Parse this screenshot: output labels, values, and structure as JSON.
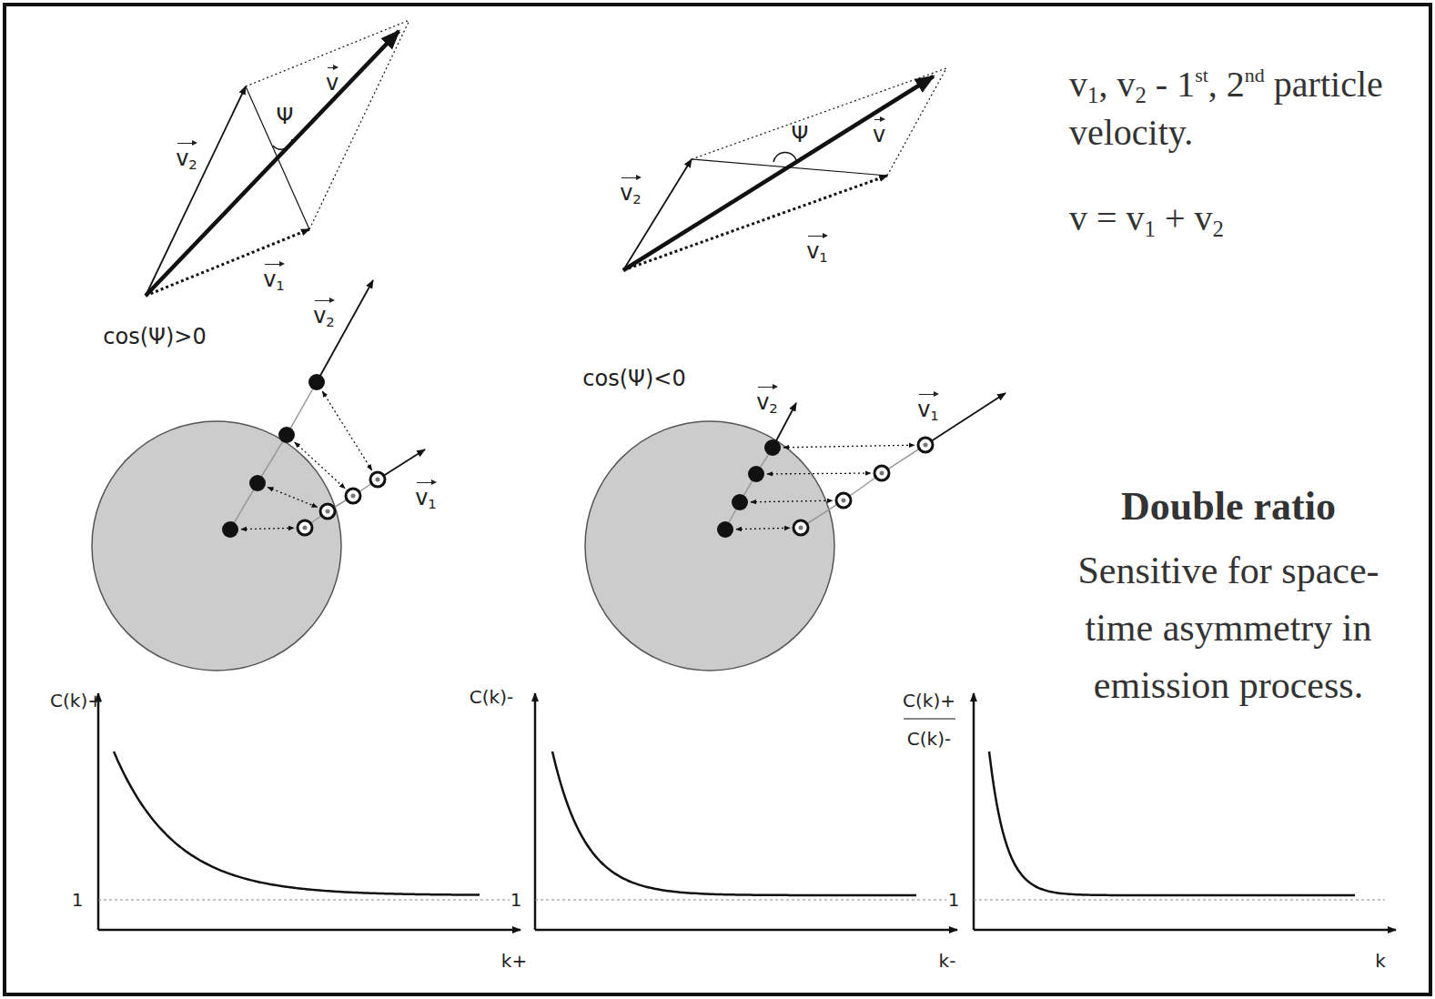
{
  "diagram": {
    "labels": [
      "v2",
      "v",
      "Ψ",
      "v1",
      "cos(Ψ)>0",
      "v2",
      "v1",
      "v2",
      "Ψ",
      "v",
      "v1",
      "cos(Ψ)<0",
      "v2",
      "v1",
      "v1, v2 - 1st, 2nd particle velocity.",
      "v = v1 + v2",
      "Double ratio",
      "Sensitive for space-time asymmetry in emission process.",
      "C(k)+",
      "1",
      "k+",
      "C(k)-",
      "1",
      "k-",
      "C(k)+",
      "C(k)-",
      "1",
      "k"
    ]
  }
}
